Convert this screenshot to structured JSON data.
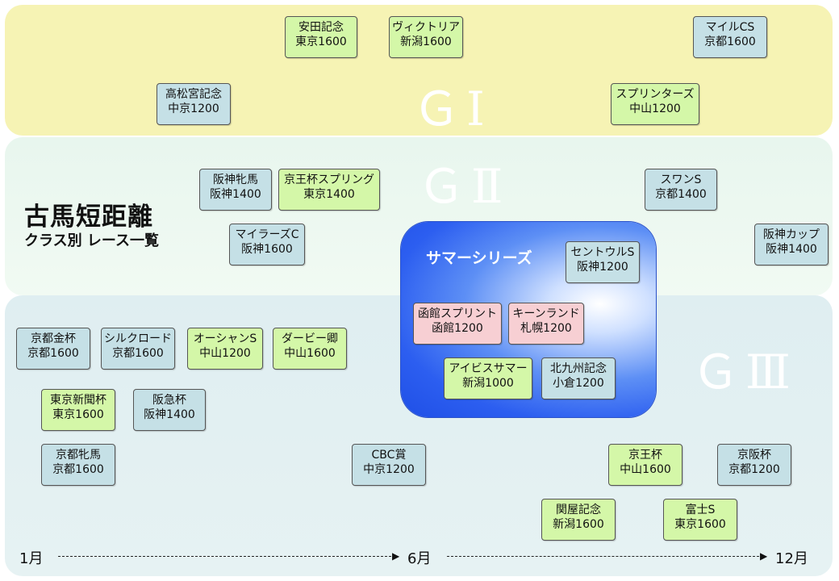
{
  "title": {
    "main": "古馬短距離",
    "sub": "クラス別 レース一覧"
  },
  "grades": {
    "g1": "ＧⅠ",
    "g2": "ＧⅡ",
    "g3": "ＧⅢ"
  },
  "summer_series": {
    "label": "サマーシリーズ"
  },
  "races": [
    {
      "name": "安田記念",
      "venue": "東京1600"
    },
    {
      "name": "ヴィクトリア",
      "venue": "新潟1600"
    },
    {
      "name": "マイルCS",
      "venue": "京都1600"
    },
    {
      "name": "高松宮記念",
      "venue": "中京1200"
    },
    {
      "name": "スプリンターズ",
      "venue": "中山1200"
    },
    {
      "name": "阪神牝馬",
      "venue": "阪神1400"
    },
    {
      "name": "京王杯スプリング",
      "venue": "東京1400"
    },
    {
      "name": "スワンS",
      "venue": "京都1400"
    },
    {
      "name": "マイラーズC",
      "venue": "阪神1600"
    },
    {
      "name": "阪神カップ",
      "venue": "阪神1400"
    },
    {
      "name": "セントウルS",
      "venue": "阪神1200"
    },
    {
      "name": "函館スプリント",
      "venue": "函館1200"
    },
    {
      "name": "キーンランド",
      "venue": "札幌1200"
    },
    {
      "name": "アイビスサマー",
      "venue": "新潟1000"
    },
    {
      "name": "北九州記念",
      "venue": "小倉1200"
    },
    {
      "name": "京都金杯",
      "venue": "京都1600"
    },
    {
      "name": "シルクロード",
      "venue": "京都1600"
    },
    {
      "name": "オーシャンS",
      "venue": "中山1200"
    },
    {
      "name": "ダービー卿",
      "venue": "中山1600"
    },
    {
      "name": "東京新聞杯",
      "venue": "東京1600"
    },
    {
      "name": "阪急杯",
      "venue": "阪神1400"
    },
    {
      "name": "京都牝馬",
      "venue": "京都1600"
    },
    {
      "name": "CBC賞",
      "venue": "中京1200"
    },
    {
      "name": "京王杯",
      "venue": "中山1600"
    },
    {
      "name": "京阪杯",
      "venue": "京都1200"
    },
    {
      "name": "関屋記念",
      "venue": "新潟1600"
    },
    {
      "name": "富士S",
      "venue": "東京1600"
    }
  ],
  "timeline": {
    "start": "1月",
    "mid": "6月",
    "end": "12月"
  },
  "colors": {
    "g1_band": "#f6f3b4",
    "g2_band": "#e8f6ee",
    "g3_band": "#dfeef1",
    "summer_series": "#2c5ef0",
    "box_green": "#d4f7a8",
    "box_blue": "#c5e0e6",
    "box_pink": "#f7cfd3"
  }
}
